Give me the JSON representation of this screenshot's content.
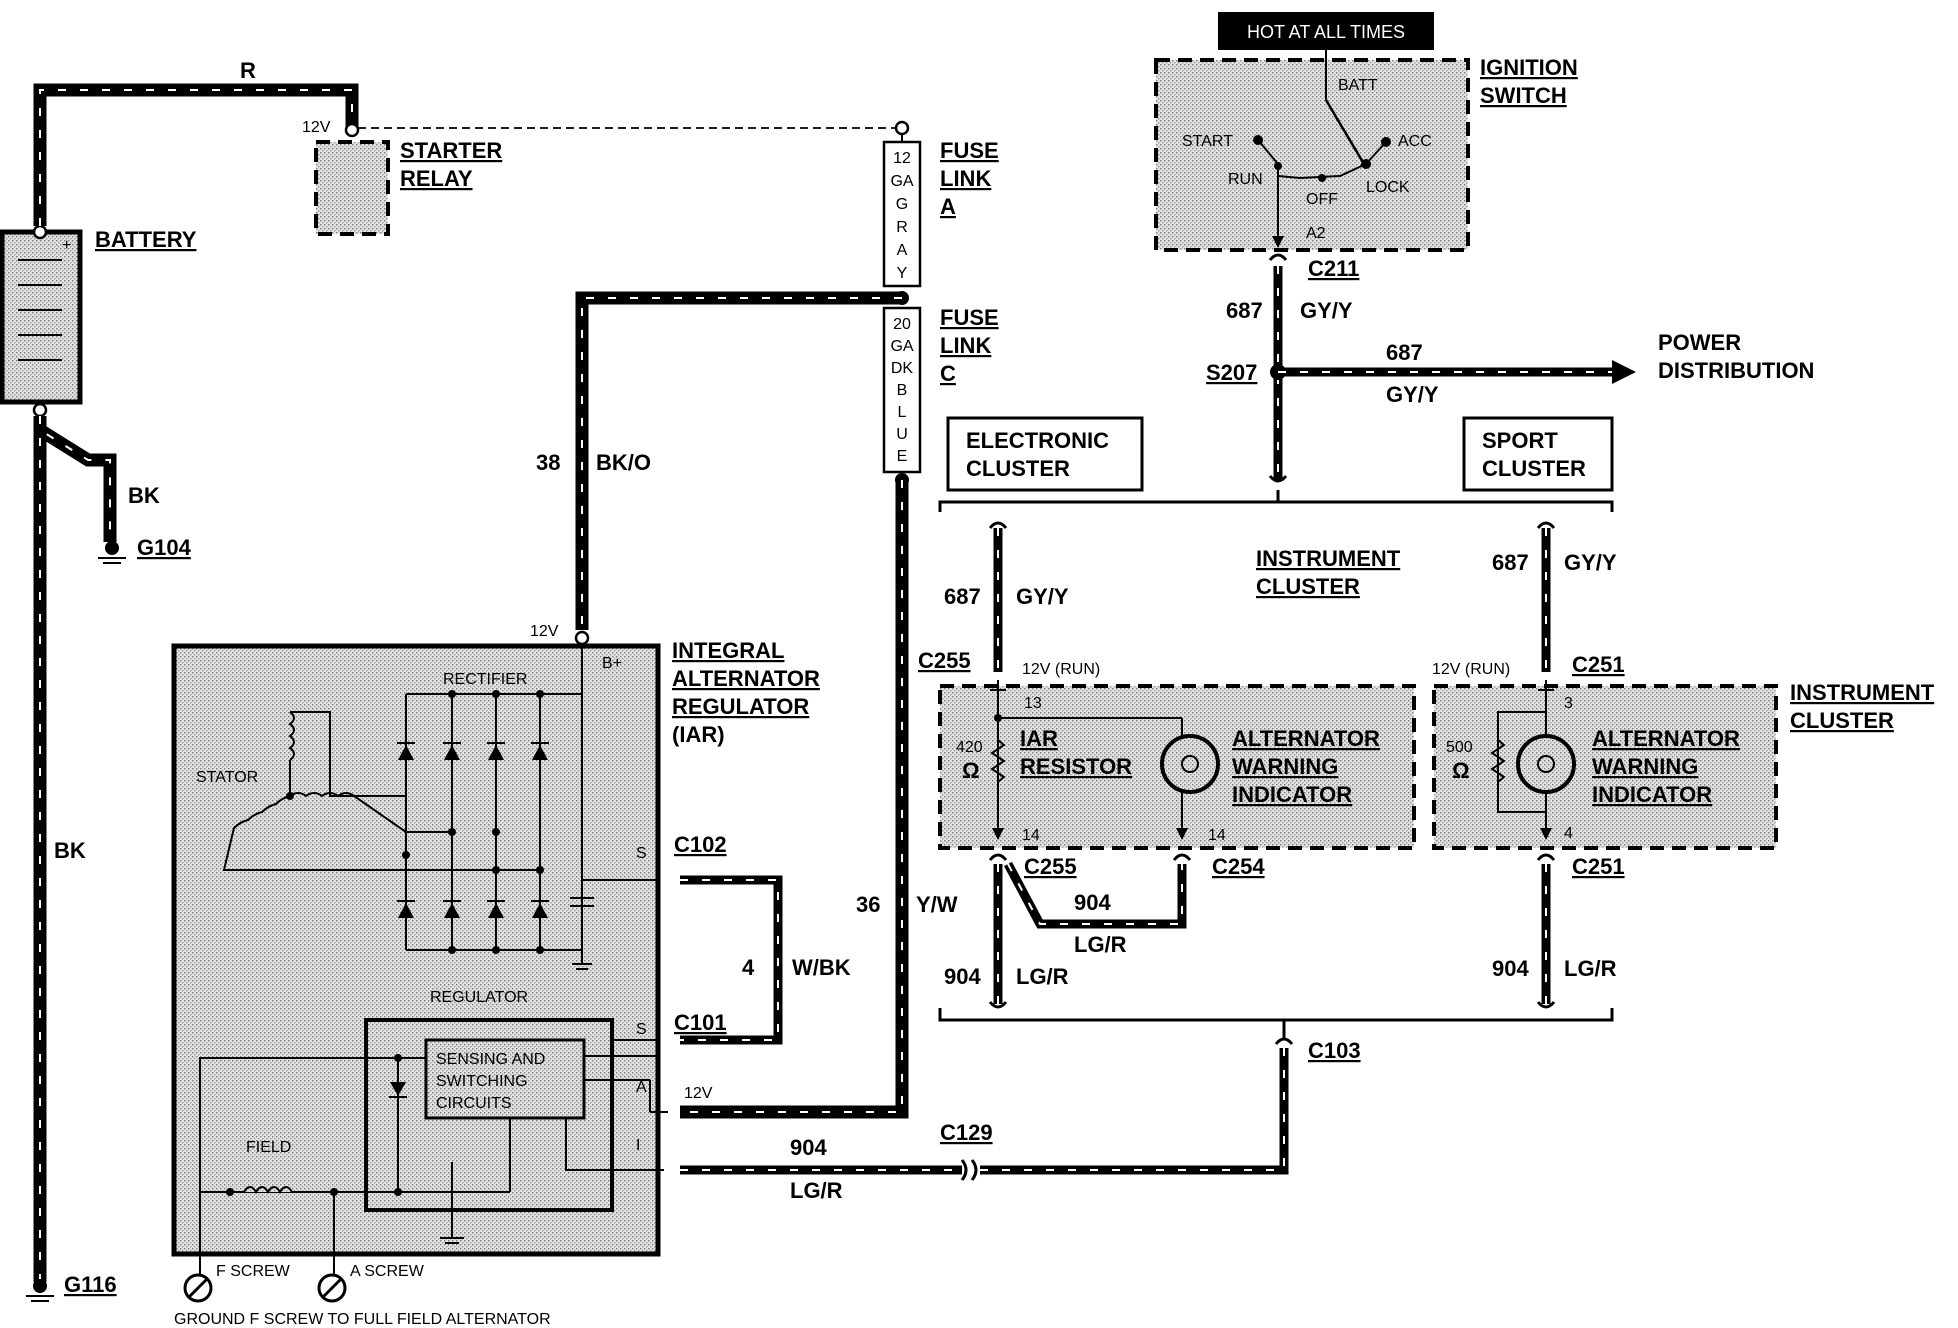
{
  "hot_at_all_times": "HOT AT ALL TIMES",
  "ignition_switch": {
    "title_1": "IGNITION",
    "title_2": "SWITCH",
    "batt": "BATT",
    "start": "START",
    "acc": "ACC",
    "run": "RUN",
    "off": "OFF",
    "lock": "LOCK",
    "a2": "A2"
  },
  "battery": {
    "label": "BATTERY"
  },
  "starter_relay": {
    "line1": "STARTER",
    "line2": "RELAY",
    "voltage": "12V"
  },
  "fuse_link_a": {
    "line1": "FUSE",
    "line2": "LINK",
    "line3": "A",
    "gauge": [
      "12",
      "GA",
      "G",
      "R",
      "A",
      "Y"
    ]
  },
  "fuse_link_c": {
    "line1": "FUSE",
    "line2": "LINK",
    "line3": "C",
    "gauge": [
      "20",
      "GA",
      "DK",
      "B",
      "L",
      "U",
      "E"
    ]
  },
  "grounds": {
    "g104": "G104",
    "g116": "G116"
  },
  "wires": {
    "r": "R",
    "bk_upper": "BK",
    "bk_lower": "BK",
    "c38": "38",
    "bk_o": "BK/O",
    "c687_top": "687",
    "gy_y_top": "GY/Y",
    "c687_pd": "687",
    "gy_y_pd": "GY/Y",
    "c687_left": "687",
    "gy_y_left": "GY/Y",
    "c687_right": "687",
    "gy_y_right": "GY/Y",
    "c36": "36",
    "y_w": "Y/W",
    "c4": "4",
    "w_bk": "W/BK",
    "c904_mid": "904",
    "lg_r_mid": "LG/R",
    "c904_left": "904",
    "lg_r_left": "LG/R",
    "c904_right": "904",
    "lg_r_right": "LG/R",
    "c904_bottom": "904",
    "lg_r_bottom": "LG/R"
  },
  "connectors": {
    "c211": "C211",
    "s207": "S207",
    "c255_top": "C255",
    "c255_bottom": "C255",
    "c254": "C254",
    "c251_top": "C251",
    "c251_bottom": "C251",
    "c102": "C102",
    "c101": "C101",
    "c103": "C103",
    "c129": "C129"
  },
  "power_distribution": {
    "line1": "POWER",
    "line2": "DISTRIBUTION"
  },
  "electronic_cluster": {
    "line1": "ELECTRONIC",
    "line2": "CLUSTER"
  },
  "sport_cluster": {
    "line1": "SPORT",
    "line2": "CLUSTER"
  },
  "instrument_cluster_center": {
    "line1": "INSTRUMENT",
    "line2": "CLUSTER"
  },
  "instrument_cluster_right": {
    "line1": "INSTRUMENT",
    "line2": "CLUSTER"
  },
  "electronic_box": {
    "voltage": "12V (RUN)",
    "pin13": "13",
    "pin14_left": "14",
    "pin14_right": "14",
    "ohms": "420",
    "omega": "Ω",
    "resistor_1": "IAR",
    "resistor_2": "RESISTOR",
    "warn_1": "ALTERNATOR",
    "warn_2": "WARNING",
    "warn_3": "INDICATOR"
  },
  "sport_box": {
    "voltage": "12V (RUN)",
    "pin3": "3",
    "pin4": "4",
    "ohms": "500",
    "omega": "Ω",
    "warn_1": "ALTERNATOR",
    "warn_2": "WARNING",
    "warn_3": "INDICATOR"
  },
  "iar": {
    "title_1": "INTEGRAL",
    "title_2": "ALTERNATOR",
    "title_3": "REGULATOR",
    "title_4": "(IAR)",
    "voltage": "12V",
    "b_plus": "B+",
    "rectifier": "RECTIFIER",
    "stator": "STATOR",
    "regulator": "REGULATOR",
    "sensing_1": "SENSING AND",
    "sensing_2": "SWITCHING",
    "sensing_3": "CIRCUITS",
    "field": "FIELD",
    "pin_s_top": "S",
    "pin_s_bottom": "S",
    "pin_a": "A",
    "pin_i": "I",
    "a_12v": "12V",
    "f_screw": "F SCREW",
    "a_screw": "A SCREW"
  },
  "footer_note": "GROUND F SCREW TO FULL FIELD ALTERNATOR"
}
